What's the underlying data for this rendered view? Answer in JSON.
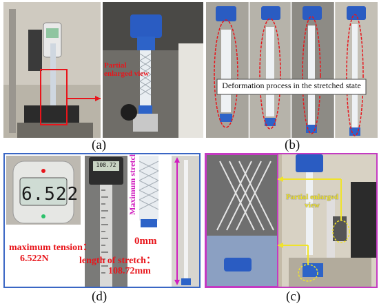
{
  "captions": {
    "a": "(a)",
    "b": "(b)",
    "c": "(c)",
    "d": "(d)"
  },
  "panel_a": {
    "zoom_label": "Partial enlarged view"
  },
  "panel_b": {
    "banner": "Deformation process in the stretched state"
  },
  "panel_d": {
    "gauge_reading": "6.522",
    "caliper_reading": "108.72",
    "zero_label": "0mm",
    "max_tension_label": "maximum tension：",
    "max_tension_value": "6.522N",
    "stretch_label": "length of stretch：",
    "stretch_value": "108.72mm",
    "max_state_label": "Maximum stretching state"
  },
  "panel_c": {
    "zoom_label": "Partial enlarged view"
  },
  "colors": {
    "red": "#e8151b",
    "magenta": "#d01fbf",
    "yellow": "#f0e32a",
    "blue_border": "#3a66c4",
    "magenta_border": "#c43ac2"
  }
}
